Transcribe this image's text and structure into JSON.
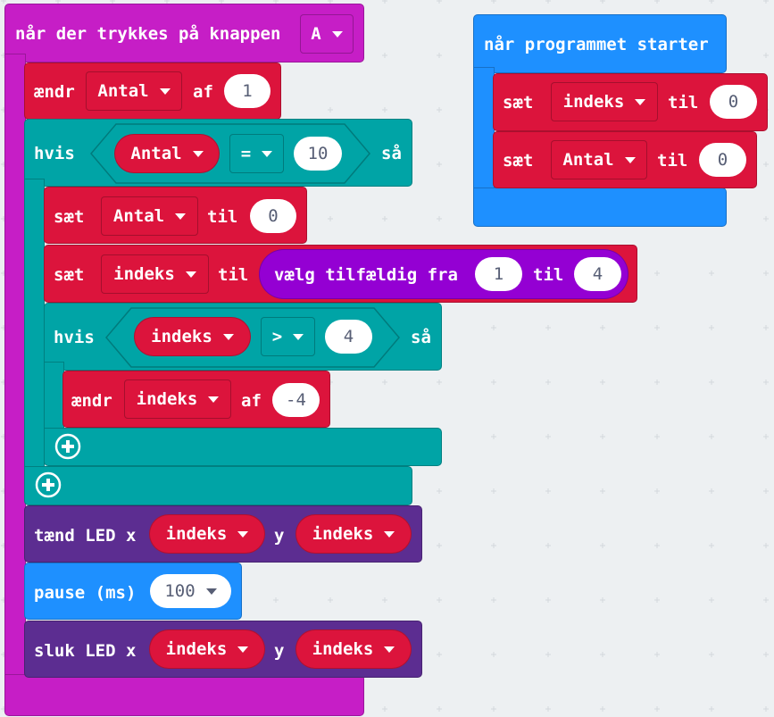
{
  "colors": {
    "workspace": "#edf0f2",
    "events": "#c61ec6",
    "variables": "#dc143c",
    "logic": "#00a4a6",
    "led": "#5c2d91",
    "basic": "#1e90ff",
    "math": "#9400d3"
  },
  "on_button": {
    "label": "når der trykkes på knappen",
    "button": "A",
    "change_count": {
      "label": "ændr",
      "var": "Antal",
      "by": "af",
      "value": "1"
    },
    "if_outer": {
      "if_label": "hvis",
      "var": "Antal",
      "op": "=",
      "value": "10",
      "then": "så",
      "set_count": {
        "label": "sæt",
        "var": "Antal",
        "to": "til",
        "value": "0"
      },
      "set_index": {
        "label": "sæt",
        "var": "indeks",
        "to": "til",
        "random": {
          "label": "vælg tilfældig fra",
          "from": "1",
          "to_label": "til",
          "to": "4"
        }
      },
      "if_inner": {
        "if_label": "hvis",
        "var": "indeks",
        "op": ">",
        "value": "4",
        "then": "så",
        "change_index": {
          "label": "ændr",
          "var": "indeks",
          "by": "af",
          "value": "-4"
        }
      }
    },
    "plot": {
      "label": "tænd LED x",
      "x": "indeks",
      "y_label": "y",
      "y": "indeks"
    },
    "pause": {
      "label": "pause (ms)",
      "value": "100"
    },
    "unplot": {
      "label": "sluk LED x",
      "x": "indeks",
      "y_label": "y",
      "y": "indeks"
    }
  },
  "on_start": {
    "label": "når programmet starter",
    "set_index": {
      "label": "sæt",
      "var": "indeks",
      "to": "til",
      "value": "0"
    },
    "set_count": {
      "label": "sæt",
      "var": "Antal",
      "to": "til",
      "value": "0"
    }
  }
}
